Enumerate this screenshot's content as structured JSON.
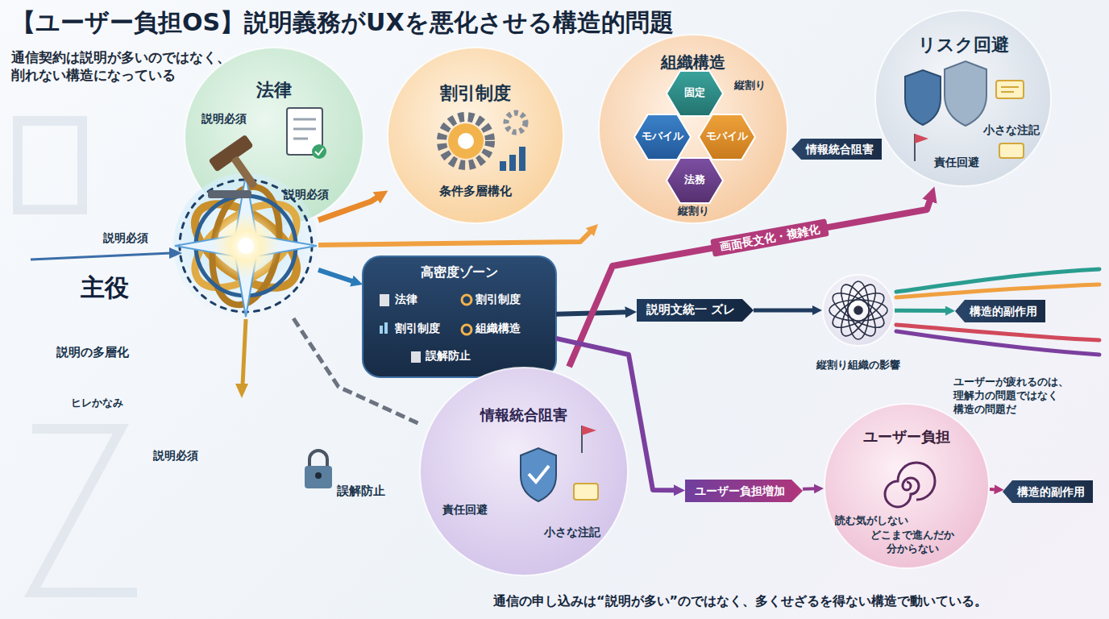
{
  "diagram": {
    "title": "【ユーザー負担OS】説明義務がUXを悪化させる構造的問題",
    "caption": "通信の申し込みは“説明が多い”のではなく、多くせざるを得ない構造で動いている。",
    "nodes": [
      {
        "text": [
          "法律",
          "説明必須",
          "説明必須"
        ]
      },
      {
        "text": [
          "割引制度",
          "条件多層構化"
        ]
      },
      {
        "text": [
          "組織構造",
          "縦割り",
          "縦割り"
        ]
      },
      {
        "text": [
          "固定"
        ],
        "in": 2
      },
      {
        "text": [
          "モバイル"
        ],
        "in": 2
      },
      {
        "text": [
          "モバイル"
        ],
        "in": 2
      },
      {
        "text": [
          "法務"
        ],
        "in": 2
      },
      {
        "text": [
          "情報統合阻害"
        ]
      },
      {
        "text": [
          "リスク回避",
          "小さな注記",
          "責任回避"
        ]
      },
      {
        "text": [
          "主役"
        ]
      },
      {
        "text": [
          "高密度ゾーン",
          "法律",
          "割引制度",
          "割引制度",
          "組織構造",
          "誤解防止"
        ]
      },
      {
        "text": [
          "説明文統一 ズレ"
        ]
      },
      {
        "text": [
          "縦割り組織の影響"
        ]
      },
      {
        "text": [
          "構造的副作用"
        ]
      },
      {
        "text": [
          "情報統合阻害",
          "責任回避",
          "小さな注記"
        ]
      },
      {
        "text": [
          "ユーザー負担増加"
        ]
      },
      {
        "text": [
          "ユーザー負担",
          "読む気がしない",
          "どこまで進んだか分からない"
        ]
      },
      {
        "text": [
          "構造的副作用"
        ]
      }
    ],
    "edges": [
      {
        "from": 9,
        "to": 1,
        "arrow": "to"
      },
      {
        "from": 9,
        "to": 2,
        "arrow": "to"
      },
      {
        "from": 9,
        "to": 10,
        "arrow": "to"
      },
      {
        "from": 10,
        "to": 11,
        "arrow": "to"
      },
      {
        "from": 11,
        "to": 12,
        "arrow": "to"
      },
      {
        "from": 12,
        "to": 13,
        "arrow": "to"
      },
      {
        "from": 9,
        "to": 14,
        "arrow": "none"
      },
      {
        "from": 14,
        "to": 8,
        "label": "画面長文化・複雑化",
        "arrow": "to"
      },
      {
        "from": 10,
        "to": 15,
        "arrow": "to"
      },
      {
        "from": 15,
        "to": 16,
        "arrow": "to"
      },
      {
        "from": 16,
        "to": 17,
        "arrow": "to"
      }
    ],
    "labels": [
      "通信契約は説明が多いのではなく、 削れない構造になっている",
      "説明必須",
      "説明の多層化",
      "ヒレかなみ",
      "説明必須",
      "誤解防止",
      "ユーザーが疲れるのは、 理解力の問題ではなく 構造の問題だ"
    ]
  }
}
